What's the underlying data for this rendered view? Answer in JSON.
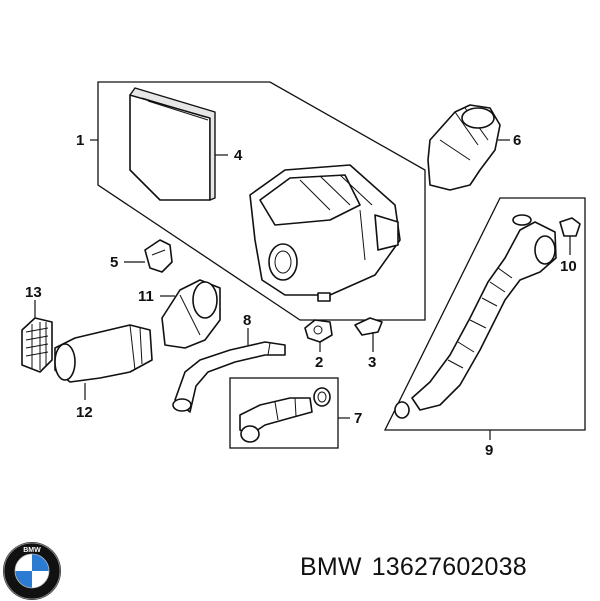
{
  "callouts": [
    {
      "id": "1",
      "label": "1"
    },
    {
      "id": "2",
      "label": "2"
    },
    {
      "id": "3",
      "label": "3"
    },
    {
      "id": "4",
      "label": "4"
    },
    {
      "id": "5",
      "label": "5"
    },
    {
      "id": "6",
      "label": "6"
    },
    {
      "id": "7",
      "label": "7"
    },
    {
      "id": "8",
      "label": "8"
    },
    {
      "id": "9",
      "label": "9"
    },
    {
      "id": "10",
      "label": "10"
    },
    {
      "id": "11",
      "label": "11"
    },
    {
      "id": "12",
      "label": "12"
    },
    {
      "id": "13",
      "label": "13"
    }
  ],
  "footer": {
    "brand": "BMW",
    "part_number": "13627602038",
    "logo_text": "BMW"
  },
  "colors": {
    "logo_blue": "#2a7bd1",
    "logo_ring": "#111111",
    "line": "#111111"
  }
}
